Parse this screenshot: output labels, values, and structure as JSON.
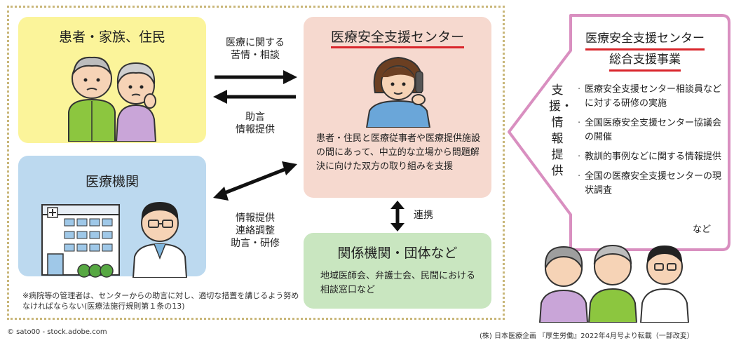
{
  "patients_box": {
    "title": "患者・家族、住民"
  },
  "medical_institution_box": {
    "title": "医療機関"
  },
  "center_box": {
    "title": "医療安全支援センター",
    "description": "患者・住民と医療従事者や医療提供施設の間にあって、中立的な立場から問題解決に向けた双方の取り組みを支援"
  },
  "related_box": {
    "title": "関係機関・団体など",
    "description": "地域医師会、弁護士会、民間における相談窓口など"
  },
  "arrows": {
    "to_center_label_line1": "医療に関する",
    "to_center_label_line2": "苦情・相談",
    "to_patients_label_line1": "助言",
    "to_patients_label_line2": "情報提供",
    "institution_label_line1": "情報提供",
    "institution_label_line2": "連絡調整",
    "institution_label_line3": "助言・研修",
    "cooperation_label": "連携"
  },
  "support_panel": {
    "title_line1": "医療安全支援センター",
    "title_line2": "総合支援事業",
    "vertical_label": "支援・情報提供",
    "items": [
      "医療安全支援センター相談員などに対する研修の実施",
      "全国医療安全支援センター協議会の開催",
      "教訓的事例などに関する情報提供",
      "全国の医療安全支援センターの現状調査"
    ],
    "etc": "など"
  },
  "note": "※病院等の管理者は、センターからの助言に対し、適切な措置を講じるよう努めなければならない(医療法施行規則第１条の13)",
  "credit_left": "© sato00 - stock.adobe.com",
  "credit_right": "(株) 日本医療企画 『厚生労働』2022年4月号より転載（一部改変）",
  "colors": {
    "patients_bg": "#fbf49a",
    "institution_bg": "#bcd9ef",
    "center_bg": "#f6d9cf",
    "related_bg": "#c9e6c0",
    "support_border": "#d98fc0",
    "title_underline": "#d9252b"
  }
}
